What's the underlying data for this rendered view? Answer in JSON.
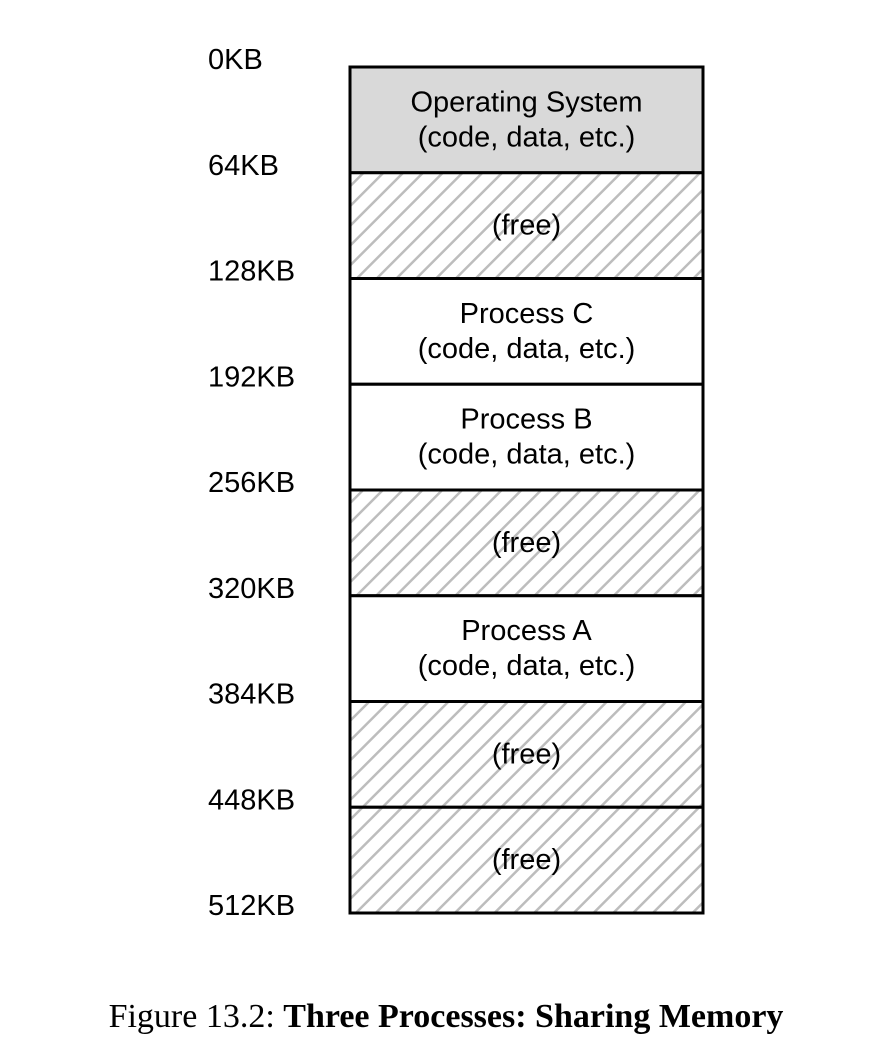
{
  "diagram": {
    "segments": [
      {
        "kind": "os",
        "lines": [
          "Operating System",
          "(code, data, etc.)"
        ]
      },
      {
        "kind": "free",
        "lines": [
          "(free)"
        ]
      },
      {
        "kind": "process",
        "lines": [
          "Process C",
          "(code, data, etc.)"
        ]
      },
      {
        "kind": "process",
        "lines": [
          "Process B",
          "(code, data, etc.)"
        ]
      },
      {
        "kind": "free",
        "lines": [
          "(free)"
        ]
      },
      {
        "kind": "process",
        "lines": [
          "Process A",
          "(code, data, etc.)"
        ]
      },
      {
        "kind": "free",
        "lines": [
          "(free)"
        ]
      },
      {
        "kind": "free",
        "lines": [
          "(free)"
        ]
      }
    ],
    "addresses": [
      "0KB",
      "64KB",
      "128KB",
      "192KB",
      "256KB",
      "320KB",
      "384KB",
      "448KB",
      "512KB"
    ],
    "colors": {
      "os_fill": "#d9d9d9",
      "process_fill": "#ffffff",
      "free_fill": "#ffffff",
      "hatch": "#bdbdbd",
      "border": "#000000"
    }
  },
  "caption": {
    "prefix": "Figure 13.2: ",
    "title": "Three Processes: Sharing Memory"
  }
}
